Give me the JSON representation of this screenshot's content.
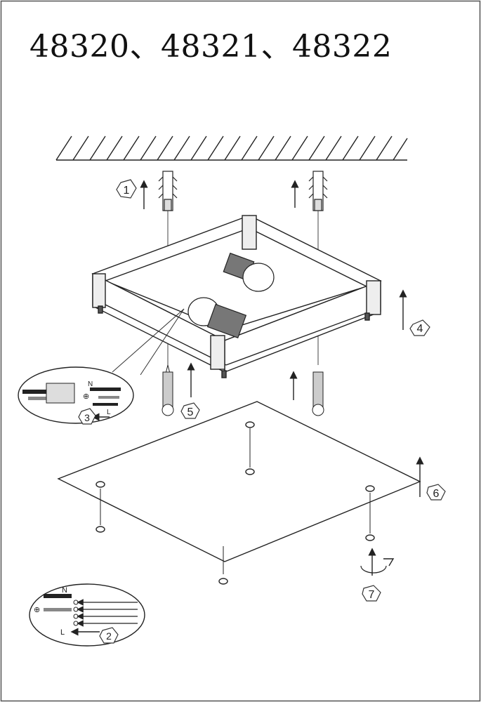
{
  "title": "48320、48321、48322",
  "steps": {
    "s1": "1",
    "s2": "2",
    "s3": "3",
    "s4": "4",
    "s5": "5",
    "s6": "6",
    "s7": "7"
  },
  "wire_labels": {
    "neutral": "N",
    "live": "L",
    "earth": "⊕"
  }
}
